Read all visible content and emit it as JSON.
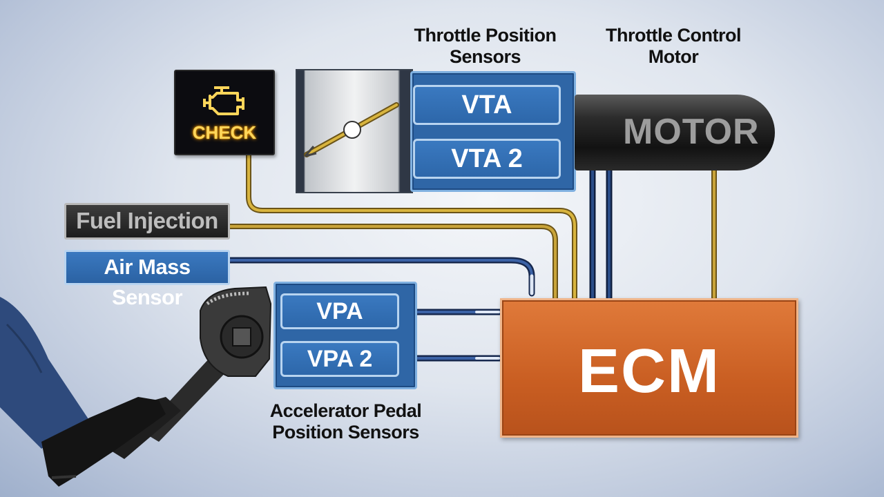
{
  "labels": {
    "tps_line1": "Throttle Position",
    "tps_line2": "Sensors",
    "tcm_line1": "Throttle Control",
    "tcm_line2": "Motor",
    "apps_line1": "Accelerator Pedal",
    "apps_line2": "Position Sensors"
  },
  "check_engine": {
    "text": "CHECK",
    "icon": "engine-icon",
    "color": "#ffd65a"
  },
  "throttle_sensors": {
    "vta": "VTA",
    "vta2": "VTA 2"
  },
  "motor": {
    "text": "MOTOR"
  },
  "inputs": {
    "fuel_injection": "Fuel Injection",
    "air_mass_sensor": "Air Mass Sensor"
  },
  "pedal_sensors": {
    "vpa": "VPA",
    "vpa2": "VPA 2"
  },
  "ecm": {
    "text": "ECM",
    "color": "#d2682c"
  },
  "wire_colors": {
    "signal_gold": "#b8902c",
    "signal_blue": "#1d3566"
  }
}
